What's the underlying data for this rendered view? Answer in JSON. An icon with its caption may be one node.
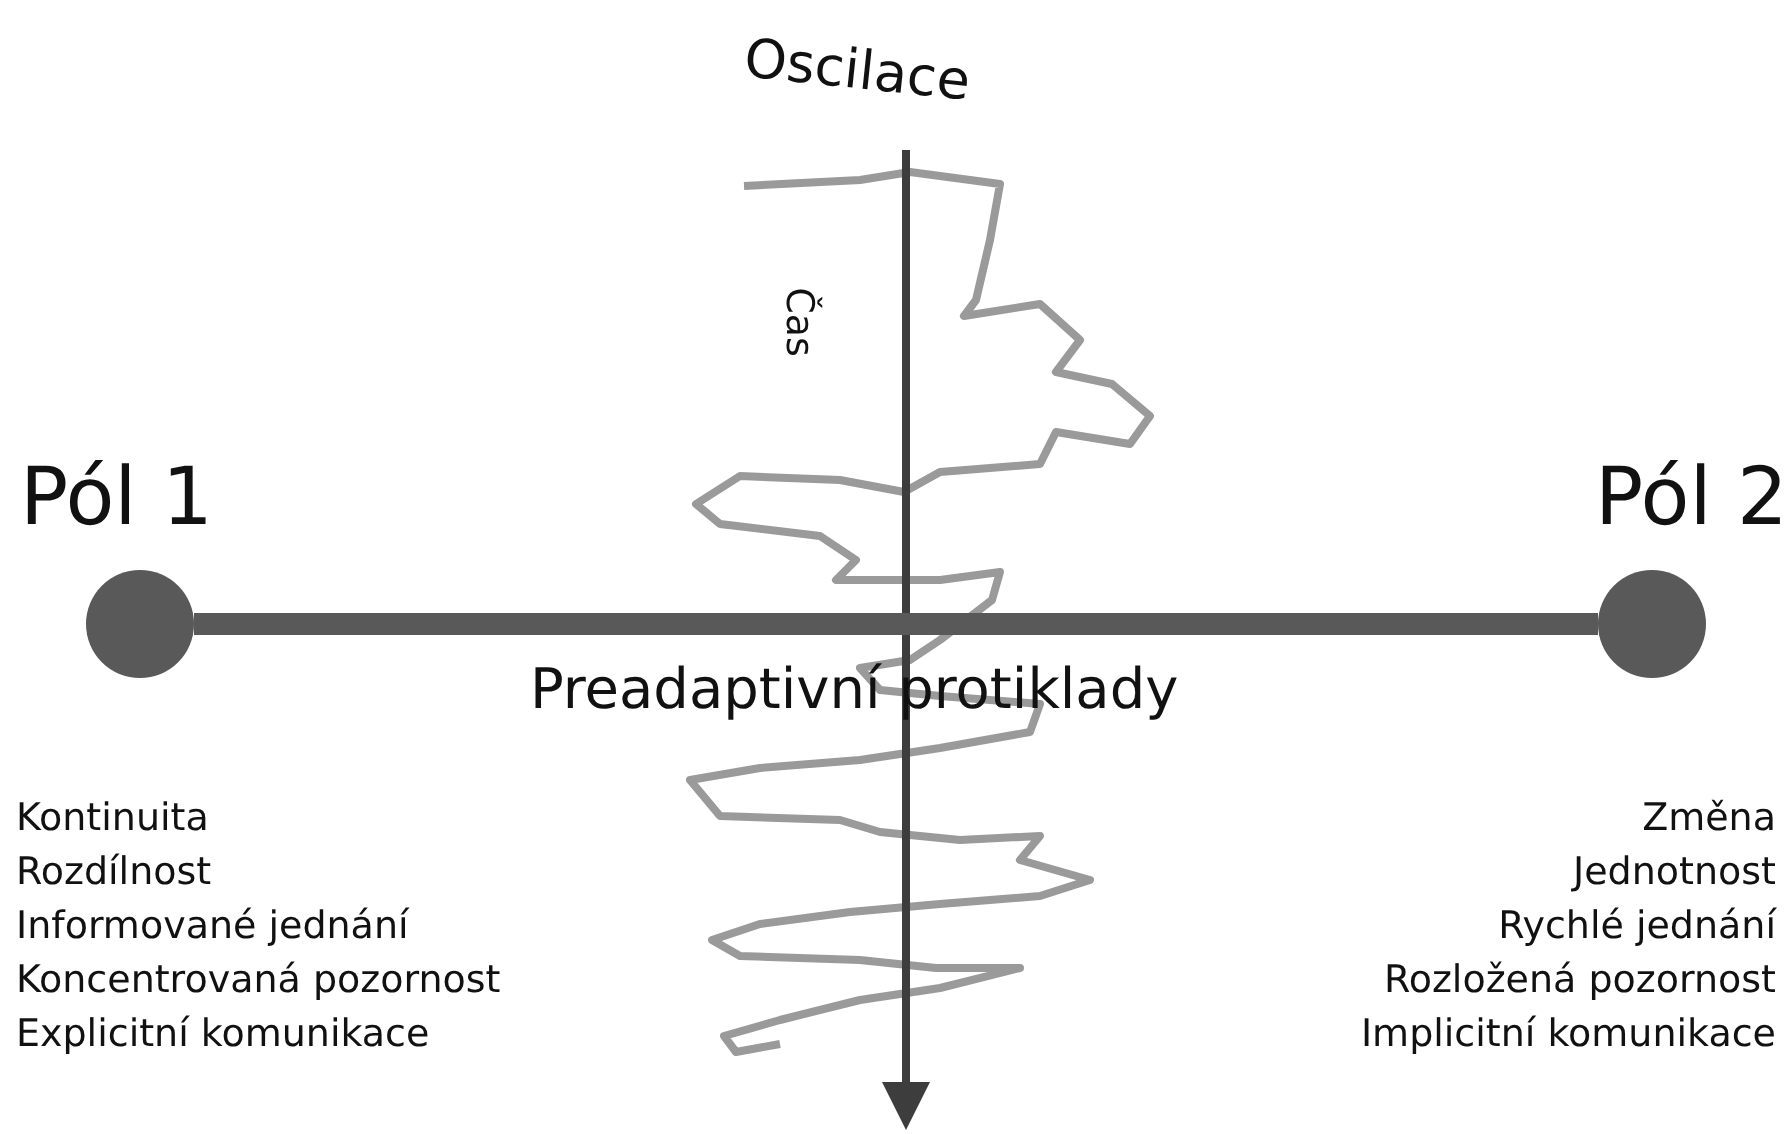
{
  "diagram": {
    "nodes": [
      {
        "text": [
          "Pól 1"
        ]
      },
      {
        "text": [
          "Pól 2"
        ]
      }
    ],
    "edges": [
      {
        "from": 0,
        "to": 1,
        "arrow": "none",
        "label": "Preadaptivní protiklady"
      }
    ],
    "labels": [
      "Oscilace",
      "Čas",
      "Kontinuita",
      "Rozdílnost",
      "Informované jednání",
      "Koncentrovaná pozornost",
      "Explicitní komunikace",
      "Změna",
      "Jednotnost",
      "Rychlé jednání",
      "Rozložená pozornost",
      "Implicitní komunikace"
    ]
  }
}
